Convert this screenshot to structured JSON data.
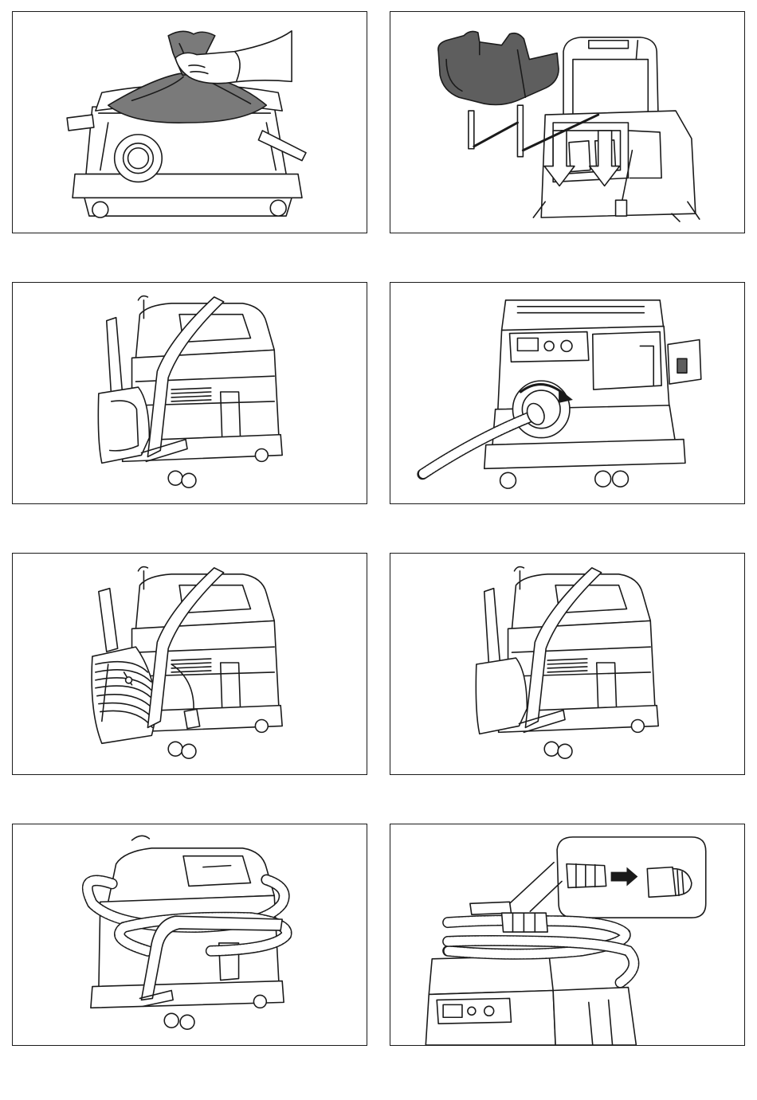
{
  "figures": [
    {
      "id": "fig-dust-bag-removal",
      "icon": "vacuum-dust-bag-icon"
    },
    {
      "id": "fig-filter-install",
      "icon": "vacuum-filter-install-icon"
    },
    {
      "id": "fig-holder-upright",
      "icon": "vacuum-cord-holder-icon"
    },
    {
      "id": "fig-hose-connect",
      "icon": "vacuum-hose-connect-icon"
    },
    {
      "id": "fig-cord-wrapped",
      "icon": "vacuum-cord-wrapped-icon"
    },
    {
      "id": "fig-holder-empty",
      "icon": "vacuum-holder-empty-icon"
    },
    {
      "id": "fig-hose-stored",
      "icon": "vacuum-hose-stored-icon"
    },
    {
      "id": "fig-hose-cuff-detach",
      "icon": "vacuum-hose-cuff-detach-icon"
    }
  ],
  "colors": {
    "line": "#1a1a1a",
    "fill_dark": "#5e5e5e",
    "fill_mid": "#7a7a7a",
    "background": "#ffffff"
  }
}
